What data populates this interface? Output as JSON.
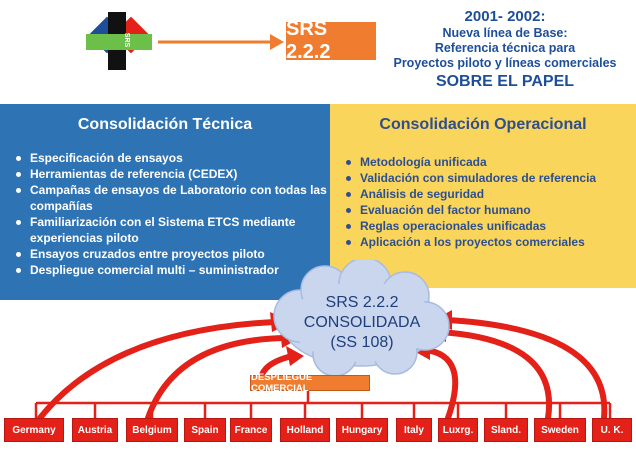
{
  "logo": {
    "text": "SRS 2.2.2"
  },
  "header": {
    "srs_box": "SRS 2.2.2",
    "line1": "2001- 2002:",
    "line2": "Nueva línea de Base:",
    "line3": "Referencia técnica para",
    "line4": "Proyectos piloto y líneas comerciales",
    "line5": "SOBRE EL PAPEL"
  },
  "colors": {
    "blue_panel": "#2e74b5",
    "yellow_panel": "#fad55c",
    "orange": "#f07c30",
    "red": "#e32119",
    "cloud": "#c9d6ee"
  },
  "technical": {
    "title": "Consolidación Técnica",
    "items": [
      "Especificación de ensayos",
      "Herramientas de referencia (CEDEX)",
      "Campañas de ensayos de Laboratorio con todas las compañías",
      "Familiarización con el Sistema ETCS mediante experiencias piloto",
      "Ensayos cruzados entre proyectos piloto",
      "Despliegue comercial multi – suministrador"
    ]
  },
  "operational": {
    "title": "Consolidación Operacional",
    "items": [
      "Metodología unificada",
      "Validación con simuladores de referencia",
      "Análisis de seguridad",
      "Evaluación del factor humano",
      "Reglas operacionales unificadas",
      "Aplicación a los proyectos comerciales"
    ]
  },
  "cloud": {
    "line1": "SRS 2.2.2",
    "line2": "CONSOLIDADA",
    "line3": "(SS 108)"
  },
  "deployment": {
    "label": "DESPLIEGUE COMERCIAL"
  },
  "countries": [
    "Germany",
    "Austria",
    "Belgium",
    "Spain",
    "France",
    "Holland",
    "Hungary",
    "Italy",
    "Luxrg.",
    "Sland.",
    "Sweden",
    "U. K."
  ]
}
